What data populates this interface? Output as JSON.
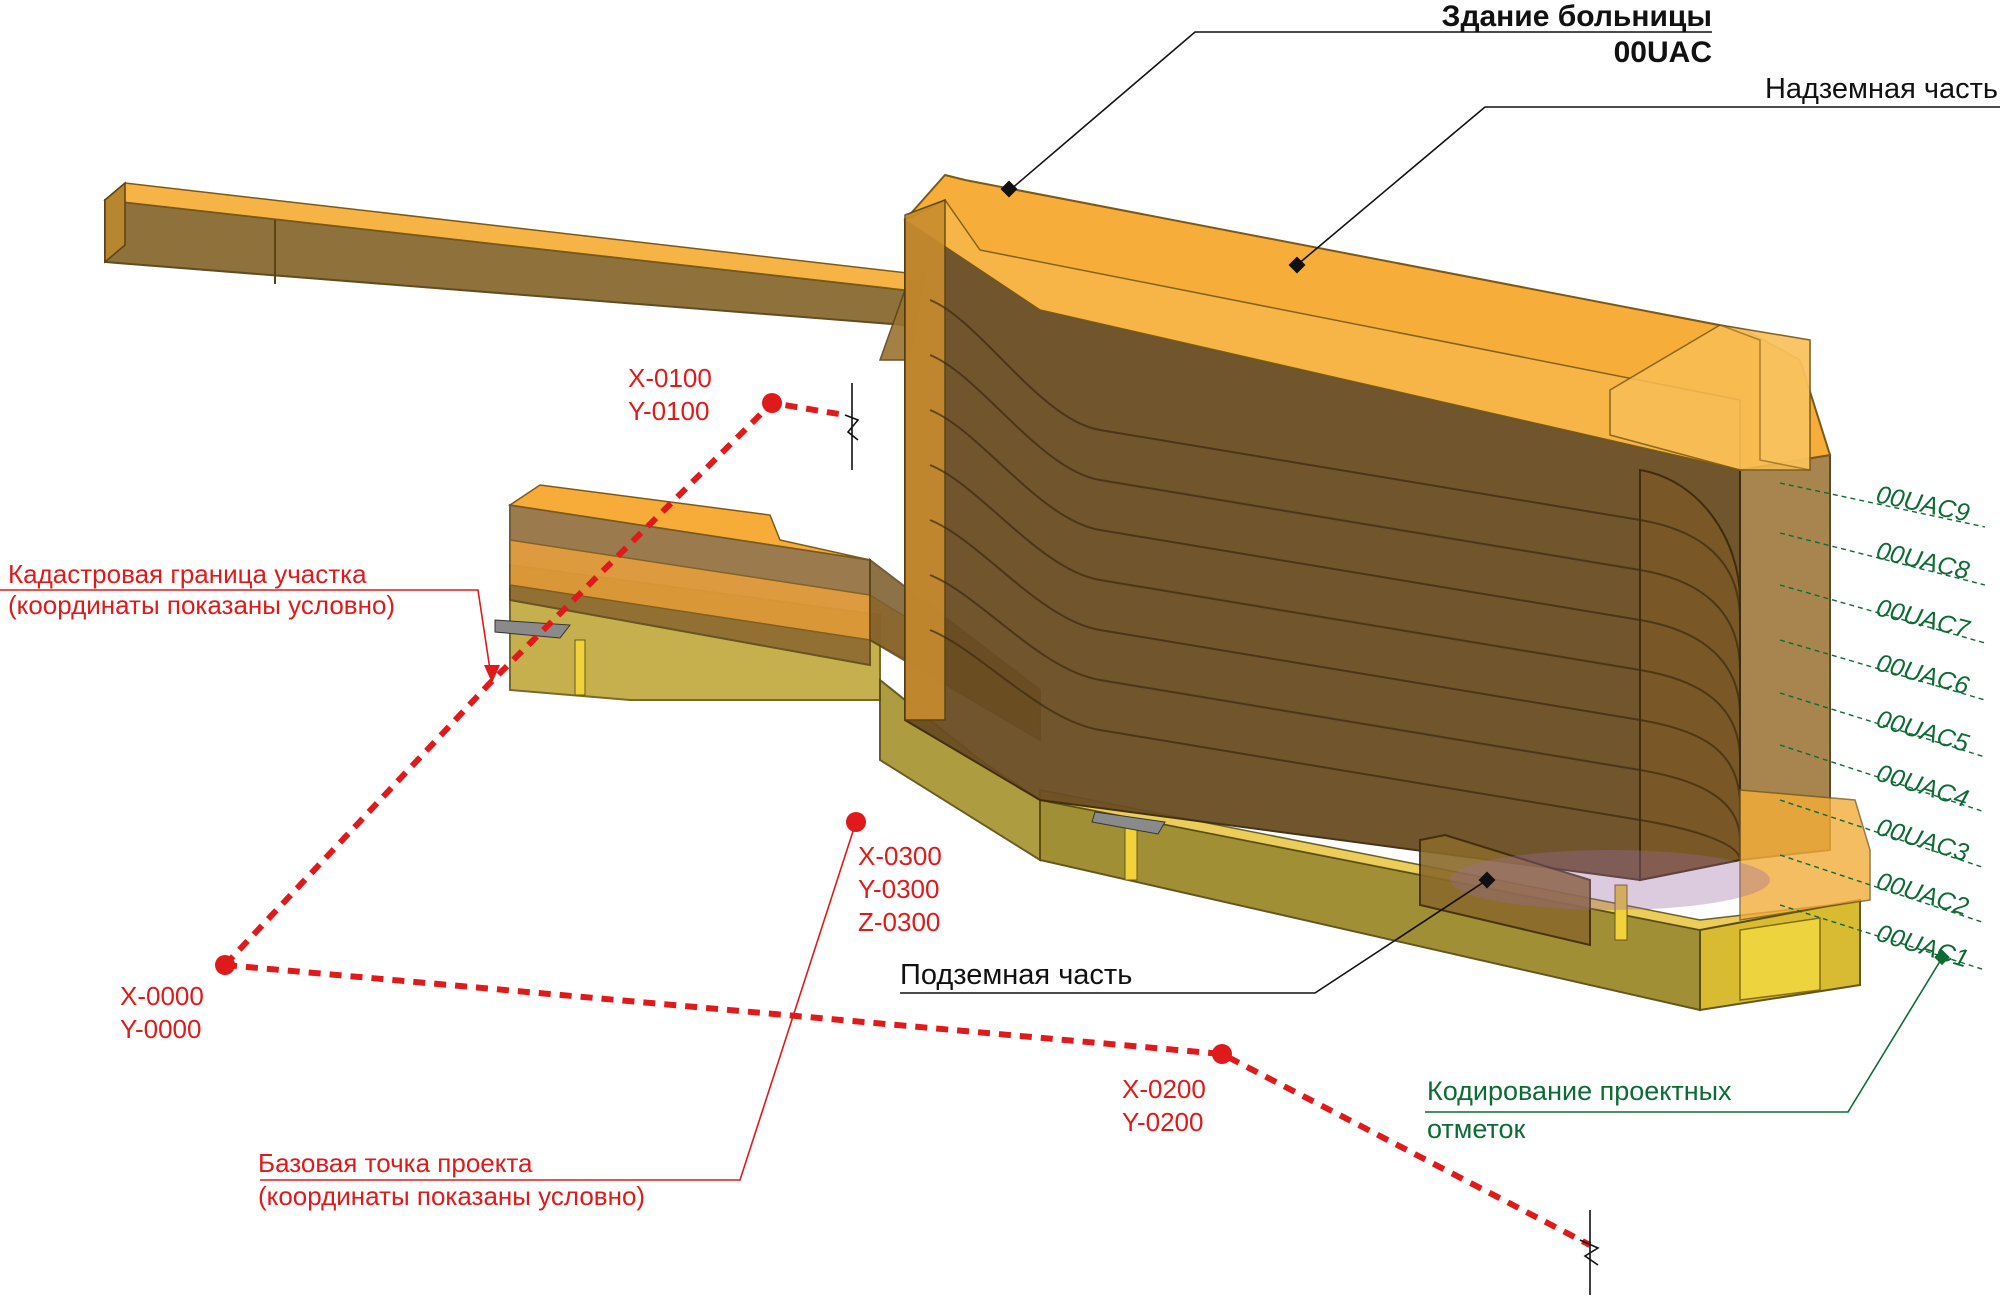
{
  "building": {
    "title_line1": "Здание больницы",
    "title_line2": "00UAC",
    "above_ground": "Надземная часть",
    "below_ground": "Подземная часть"
  },
  "cadastral": {
    "label_line1": "Кадастровая граница участка",
    "label_line2": "(координаты показаны условно)"
  },
  "base_point": {
    "label_line1": "Базовая точка проекта",
    "label_line2": "(координаты показаны условно)"
  },
  "points": [
    {
      "x": "X-0000",
      "y": "Y-0000"
    },
    {
      "x": "X-0100",
      "y": "Y-0100"
    },
    {
      "x": "X-0200",
      "y": "Y-0200"
    },
    {
      "x": "X-0300",
      "y": "Y-0300",
      "z": "Z-0300"
    }
  ],
  "levels_title": {
    "line1": "Кодирование проектных",
    "line2": "отметок"
  },
  "levels": [
    "00UAC9",
    "00UAC8",
    "00UAC7",
    "00UAC6",
    "00UAC5",
    "00UAC4",
    "00UAC3",
    "00UAC2",
    "00UAC1"
  ],
  "colors": {
    "boundary": "#e01a1a",
    "above_ground": "#f5a623",
    "below_ground": "#c9b23a",
    "level_codes": "#0d6b34"
  }
}
